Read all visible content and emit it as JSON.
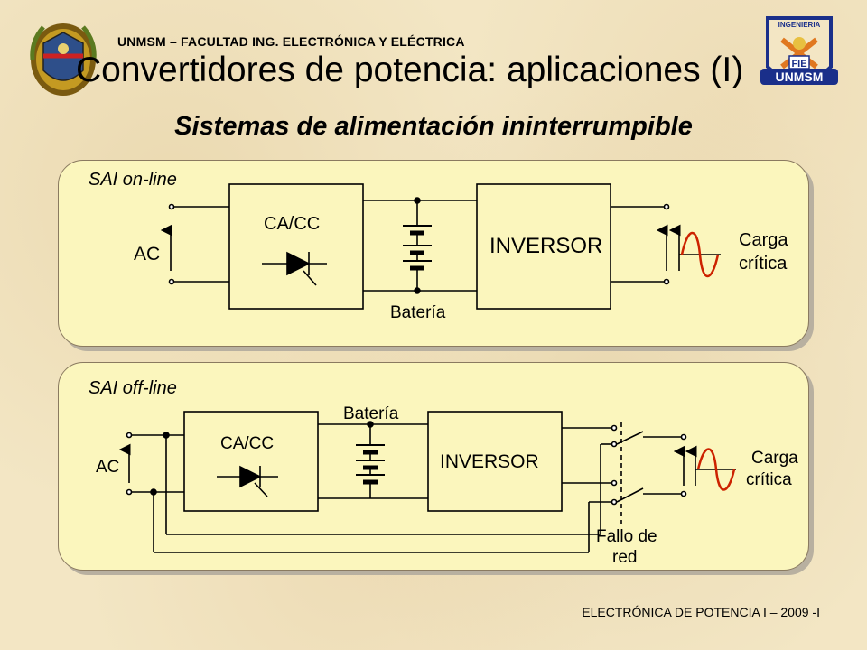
{
  "header": {
    "institution": "UNMSM – FACULTAD ING. ELECTRÓNICA Y ELÉCTRICA",
    "title": "Convertidores de potencia: aplicaciones (I)",
    "subtitle": "Sistemas de alimentación ininterrumpible"
  },
  "logos": {
    "left_icon": "university-crest-icon",
    "right_icon": "fie-faculty-crest-icon",
    "right_lettering": [
      "INGENIERIA",
      "FIE",
      "UNMSM"
    ]
  },
  "online": {
    "title": "SAI on-line",
    "ac_label": "AC",
    "rectifier_label": "CA/CC",
    "battery_label": "Batería",
    "inverter_label": "INVERSOR",
    "load_label_1": "Carga",
    "load_label_2": "crítica"
  },
  "offline": {
    "title": "SAI off-line",
    "ac_label": "AC",
    "rectifier_label": "CA/CC",
    "battery_label": "Batería",
    "inverter_label": "INVERSOR",
    "load_label_1": "Carga",
    "load_label_2": "crítica",
    "fault_label_1": "Fallo de",
    "fault_label_2": "red"
  },
  "colors": {
    "background": "#f3e6c4",
    "panel": "#fbf6bd",
    "wave": "#cc2200"
  },
  "footer": {
    "course": "ELECTRÓNICA DE POTENCIA I – 2009 -I"
  }
}
